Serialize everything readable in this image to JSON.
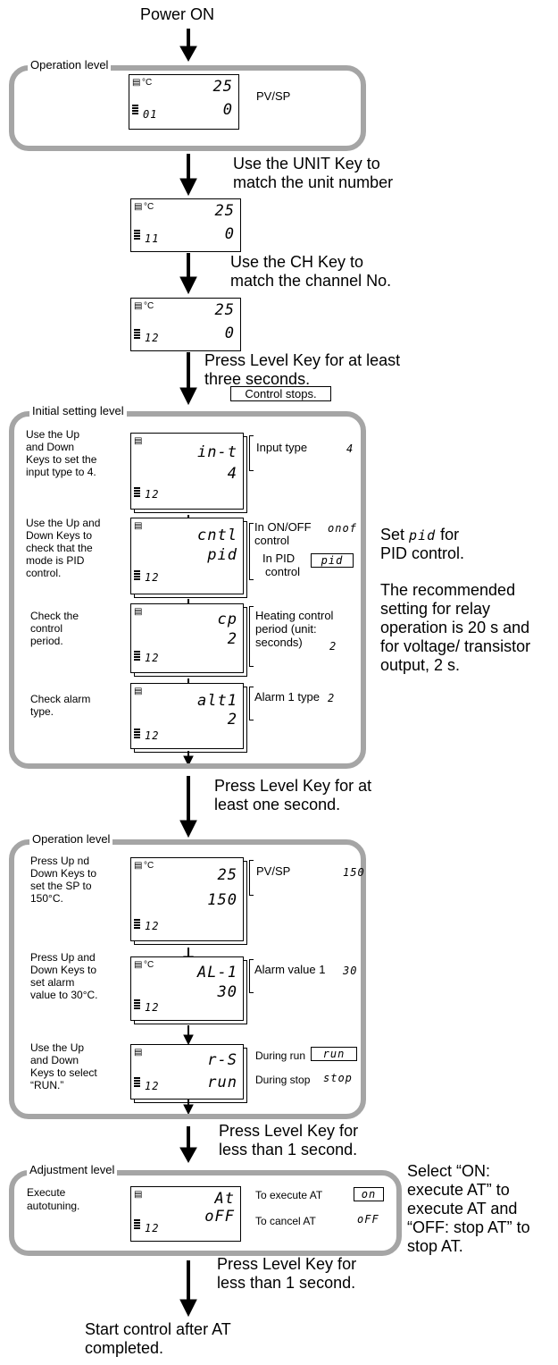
{
  "power_on": "Power ON",
  "operation_level_1": {
    "label": "Operation level",
    "display": {
      "deg": "°C",
      "pv": "25",
      "sp": "0",
      "unit": "01"
    },
    "pvsp": "PV/SP"
  },
  "step_unit": {
    "text1": "Use the UNIT Key to",
    "text2": "match the unit number"
  },
  "display_unit": {
    "deg": "°C",
    "pv": "25",
    "sp": "0",
    "unit": "11"
  },
  "step_ch": {
    "text1": "Use the CH Key to",
    "text2": "match the channel No."
  },
  "display_ch": {
    "deg": "°C",
    "pv": "25",
    "sp": "0",
    "unit": "12"
  },
  "step_level3": {
    "text1": "Press Level Key for at least",
    "text2": "three seconds.",
    "note": "Control stops."
  },
  "initial_level": {
    "label": "Initial setting level",
    "steps": [
      {
        "instr": [
          "Use the Up",
          "and Down",
          "Keys to set the",
          "input type to 4."
        ],
        "top": "in-t",
        "bottom": "4",
        "unit": "12",
        "desc": [
          "Input type"
        ],
        "val": "4"
      },
      {
        "instr": [
          "Use the Up and",
          "Down Keys to",
          "check that the",
          "mode is PID",
          "control."
        ],
        "top": "cntl",
        "bottom": "pid",
        "unit": "12",
        "desc_a": [
          "In ON/OFF",
          "control"
        ],
        "val_a": "onof",
        "desc_b": [
          "In PID",
          "control"
        ],
        "val_b": "pid"
      },
      {
        "instr": [
          "Check the",
          "control",
          "period."
        ],
        "top": "cp",
        "bottom": "2",
        "unit": "12",
        "desc": [
          "Heating control",
          "period (unit:",
          "seconds)"
        ],
        "val": "2"
      },
      {
        "instr": [
          "Check alarm",
          "type."
        ],
        "top": "alt1",
        "bottom": "2",
        "unit": "12",
        "desc": [
          "Alarm 1 type"
        ],
        "val": "2"
      }
    ],
    "side_note_1": [
      "Set",
      "pid",
      "for",
      "PID control."
    ],
    "side_note_2": [
      "The recommended",
      "setting for relay",
      "operation is 20 s and",
      "for voltage/ transistor",
      "output, 2 s."
    ]
  },
  "step_level1": {
    "text1": "Press Level Key for at",
    "text2": "least one second."
  },
  "operation_level_2": {
    "label": "Operation level",
    "steps": [
      {
        "instr": [
          "Press Up nd",
          "Down Keys to",
          "set the SP to",
          "150°C."
        ],
        "deg": "°C",
        "top": "25",
        "bottom": "150",
        "unit": "12",
        "desc": "PV/SP",
        "val": "150"
      },
      {
        "instr": [
          "Press Up and",
          "Down Keys to",
          "set alarm",
          "value to 30°C."
        ],
        "deg": "°C",
        "top": "AL-1",
        "bottom": "30",
        "unit": "12",
        "desc": "Alarm value 1",
        "val": "30"
      },
      {
        "instr": [
          "Use the Up",
          "and Down",
          "Keys to select",
          "“RUN.”"
        ],
        "deg": "",
        "top": "r-S",
        "bottom": "run",
        "unit": "12",
        "desc_a": "During run",
        "val_a": "run",
        "desc_b": "During stop",
        "val_b": "stop"
      }
    ]
  },
  "step_less1a": {
    "text1": "Press Level Key for",
    "text2": "less than 1 second."
  },
  "adjustment_level": {
    "label": "Adjustment level",
    "instr": [
      "Execute",
      "autotuning."
    ],
    "top": "At",
    "bottom": "oFF",
    "unit": "12",
    "desc_a": "To execute AT",
    "val_a": "on",
    "desc_b": "To cancel AT",
    "val_b": "oFF",
    "side_note": [
      "Select “ON:",
      "execute AT” to",
      "execute AT and",
      "“OFF: stop AT” to",
      "stop AT."
    ]
  },
  "step_less1b": {
    "text1": "Press Level Key for",
    "text2": "less than 1 second."
  },
  "end_text": {
    "text1": "Start control after AT",
    "text2": "completed."
  }
}
